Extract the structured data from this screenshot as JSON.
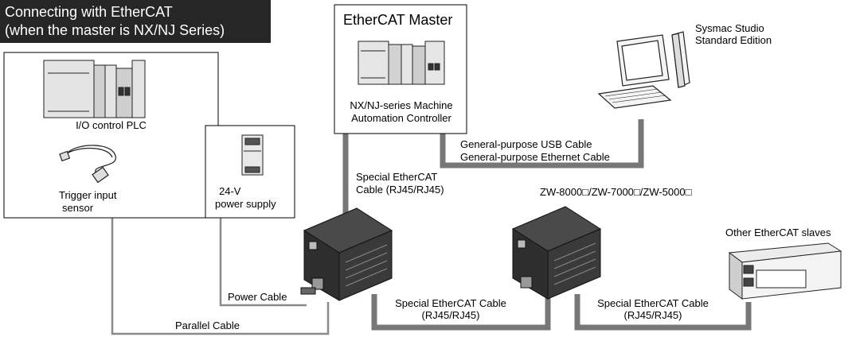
{
  "title": {
    "line1": "Connecting with EtherCAT",
    "line2": "(when the master is NX/NJ Series)"
  },
  "master": {
    "heading": "EtherCAT Master",
    "label_line1": "NX/NJ-series Machine",
    "label_line2": "Automation Controller"
  },
  "io_box": {
    "plc_label": "I/O control PLC",
    "sensor_line1": "Trigger input",
    "sensor_line2": "sensor"
  },
  "power_box": {
    "line1": "24-V",
    "line2": "power supply"
  },
  "sysmac": {
    "line1": "Sysmac Studio",
    "line2": "Standard Edition"
  },
  "cables": {
    "usb": "General-purpose USB Cable",
    "ethernet": "General-purpose Ethernet Cable",
    "master_ecat_line1": "Special EtherCAT",
    "master_ecat_line2": "Cable (RJ45/RJ45)",
    "power": "Power Cable",
    "parallel": "Parallel Cable",
    "ecat1_line1": "Special EtherCAT Cable",
    "ecat1_line2": "(RJ45/RJ45)",
    "ecat2_line1": "Special EtherCAT Cable",
    "ecat2_line2": "(RJ45/RJ45)"
  },
  "sensor_models": "ZW-8000□/ZW-7000□/ZW-5000□",
  "other_slaves": "Other EtherCAT slaves",
  "colors": {
    "banner_bg": "#262626",
    "cable_gray": "#777777",
    "thin_line": "#8a8a8a"
  }
}
